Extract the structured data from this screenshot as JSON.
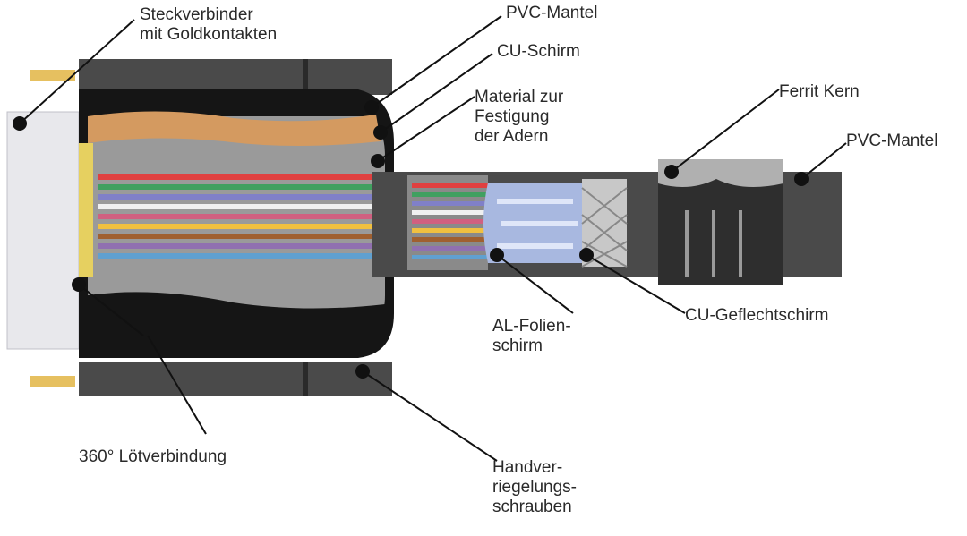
{
  "labels": {
    "steckverbinder": [
      "Steckverbinder",
      "mit Goldkontakten"
    ],
    "pvc_mantel_top": "PVC-Mantel",
    "cu_schirm": "CU-Schirm",
    "material": [
      "Material zur",
      "Festigung",
      "der Adern"
    ],
    "ferrit_kern": "Ferrit Kern",
    "pvc_mantel_right": "PVC-Mantel",
    "al_folie": [
      "AL-Folien-",
      "schirm"
    ],
    "cu_geflecht": "CU-Geflechtschirm",
    "loetverbindung": "360° Lötverbindung",
    "handverriegelung": [
      "Handver-",
      "riegelungs-",
      "schrauben"
    ]
  },
  "colors": {
    "housing_dark": "#1a1a1a",
    "housing_gray": "#5a5a5a",
    "interior_gray": "#9a9a9a",
    "copper_shield": "#d49a60",
    "gold_pins": "#e6c060",
    "al_foil": "#a8b8e0",
    "braid": "#c8c8c8",
    "cable_jacket": "#4a4a4a",
    "ferrite": "#2e2e2e"
  },
  "wire_colors": [
    "#e04040",
    "#40a060",
    "#8080c8",
    "#f0f0f0",
    "#d06080",
    "#f0c040",
    "#a06030",
    "#9070b0",
    "#60a0d0"
  ]
}
